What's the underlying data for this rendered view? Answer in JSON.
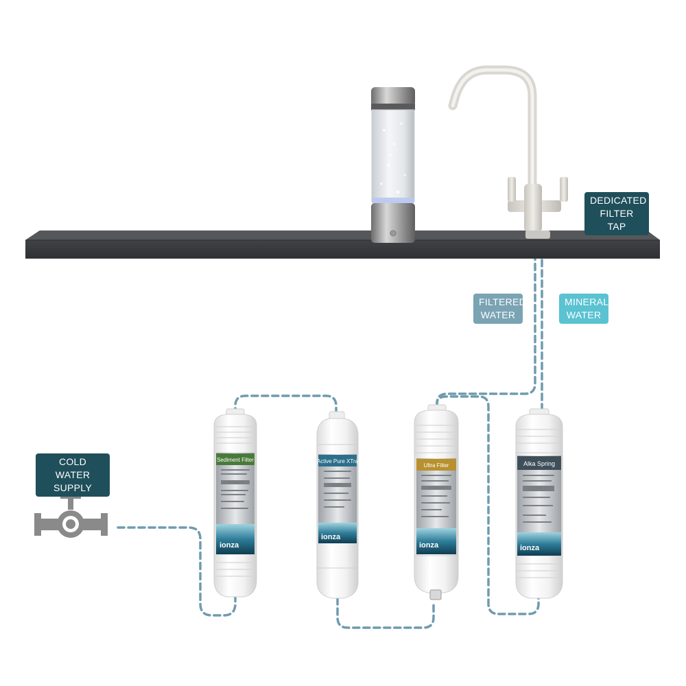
{
  "labels": {
    "dedicated_tap": [
      "DEDICATED",
      "FILTER TAP"
    ],
    "filtered_water": [
      "FILTERED",
      "WATER"
    ],
    "mineral_water": [
      "MINERAL",
      "WATER"
    ],
    "cold_water_supply": [
      "COLD WATER",
      "SUPPLY"
    ]
  },
  "filters": [
    {
      "name": "Sediment Filter",
      "brand": "ionza",
      "band_color": "#4a7a3a"
    },
    {
      "name": "Active Pure XTra",
      "brand": "ionza",
      "band_color": "#2c6f8a"
    },
    {
      "name": "Ultra Filter",
      "brand": "ionza",
      "band_color": "#b8912e"
    },
    {
      "name": "Alka Spring",
      "brand": "ionza",
      "band_color": "#3f4f5a"
    }
  ],
  "colors": {
    "pipe": "#6f9bae",
    "countertop": "#3b3c3f",
    "dark_tag": "#1f4f5a",
    "filtered_tag": "#7aa3b3",
    "mineral_tag": "#5ac2d1",
    "valve": "#8a8a8a"
  },
  "icons": [
    "water-bottle-icon",
    "faucet-icon",
    "valve-icon"
  ]
}
